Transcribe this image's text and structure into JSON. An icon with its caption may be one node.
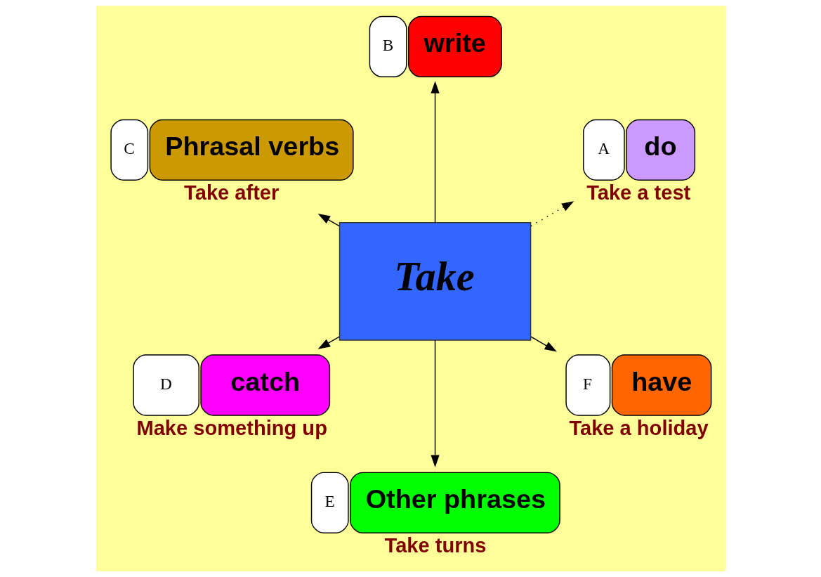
{
  "diagram": {
    "nodes": [
      {
        "text": [
          "Take"
        ]
      },
      {
        "text": [
          "do"
        ],
        "beside": [
          "A",
          "Take a test"
        ]
      },
      {
        "text": [
          "write"
        ],
        "beside": [
          "B"
        ]
      },
      {
        "text": [
          "Phrasal verbs"
        ],
        "beside": [
          "C",
          "Take after"
        ]
      },
      {
        "text": [
          "catch"
        ],
        "beside": [
          "D",
          "Make something up"
        ]
      },
      {
        "text": [
          "Other phrases"
        ],
        "beside": [
          "E",
          "Take turns"
        ]
      },
      {
        "text": [
          "have"
        ],
        "beside": [
          "F",
          "Take a holiday"
        ]
      }
    ],
    "edges": [
      {
        "from": 0,
        "to": 1,
        "arrow": "to",
        "style": "dashed"
      },
      {
        "from": 0,
        "to": 2,
        "arrow": "to"
      },
      {
        "from": 0,
        "to": 3,
        "arrow": "to"
      },
      {
        "from": 0,
        "to": 4,
        "arrow": "to"
      },
      {
        "from": 0,
        "to": 5,
        "arrow": "to"
      },
      {
        "from": 0,
        "to": 6,
        "arrow": "to"
      }
    ]
  }
}
